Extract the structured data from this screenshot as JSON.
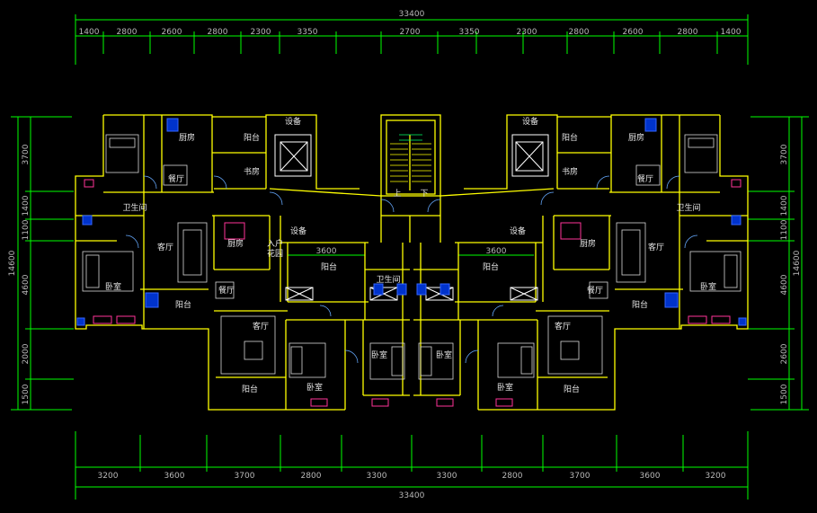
{
  "top": {
    "total": "33400",
    "segments": [
      "1400",
      "2800",
      "2600",
      "2800",
      "2300",
      "3350",
      "2700",
      "3350",
      "2300",
      "2800",
      "2600",
      "2800",
      "1400"
    ]
  },
  "bottom": {
    "total": "33400",
    "segments": [
      "3200",
      "3600",
      "3700",
      "2800",
      "3300",
      "3300",
      "2800",
      "3700",
      "3600",
      "3200"
    ]
  },
  "left": {
    "total": "14600",
    "segments": [
      "3700",
      "1400",
      "1100",
      "4600",
      "2000",
      "1500"
    ]
  },
  "right": {
    "total": "14600",
    "segments": [
      "3700",
      "1400",
      "1100",
      "4600",
      "2600",
      "1500"
    ]
  },
  "inner_dims": {
    "left": "3600",
    "right": "3600"
  },
  "rooms": {
    "left_kitchen": "厨房",
    "left_top_balcony": "阳台",
    "left_study": "书房",
    "left_equip_top": "设备",
    "left_dining_top": "餐厅",
    "left_bath": "卫生间",
    "left_living": "客厅",
    "left_bed": "卧室",
    "left_balcony_mid": "阳台",
    "left_kitchen2": "厨房",
    "left_entry_garden": "入户\n花园",
    "left_equip_mid": "设备",
    "left_balcony_center": "阳台",
    "left_dining_lower": "餐厅",
    "left_living_lower": "客厅",
    "left_balcony_bottom": "阳台",
    "left_bed_bottom": "卧室",
    "center_bath": "卫生间",
    "center_bed_left": "卧室",
    "center_bed_right": "卧室",
    "center_up": "上",
    "center_down": "下",
    "right_equip_top": "设备",
    "right_top_balcony": "阳台",
    "right_kitchen": "厨房",
    "right_study": "书房",
    "right_dining_top": "餐厅",
    "right_bath": "卫生间",
    "right_living": "客厅",
    "right_bed": "卧室",
    "right_kitchen2": "厨房",
    "right_equip_mid": "设备",
    "right_balcony_center": "阳台",
    "right_dining_lower": "餐厅",
    "right_balcony_mid": "阳台",
    "right_living_lower": "客厅",
    "right_bed_bottom": "卧室",
    "right_balcony_bottom": "阳台"
  },
  "colors": {
    "background": "#000000",
    "dimension_lines": "#00ff00",
    "dimension_text": "#b8b8b8",
    "walls": "#ffff00",
    "fixtures": "#0044ff",
    "furniture": "#ffffff",
    "windows": "#ff3399",
    "doors": "#66aaff"
  }
}
